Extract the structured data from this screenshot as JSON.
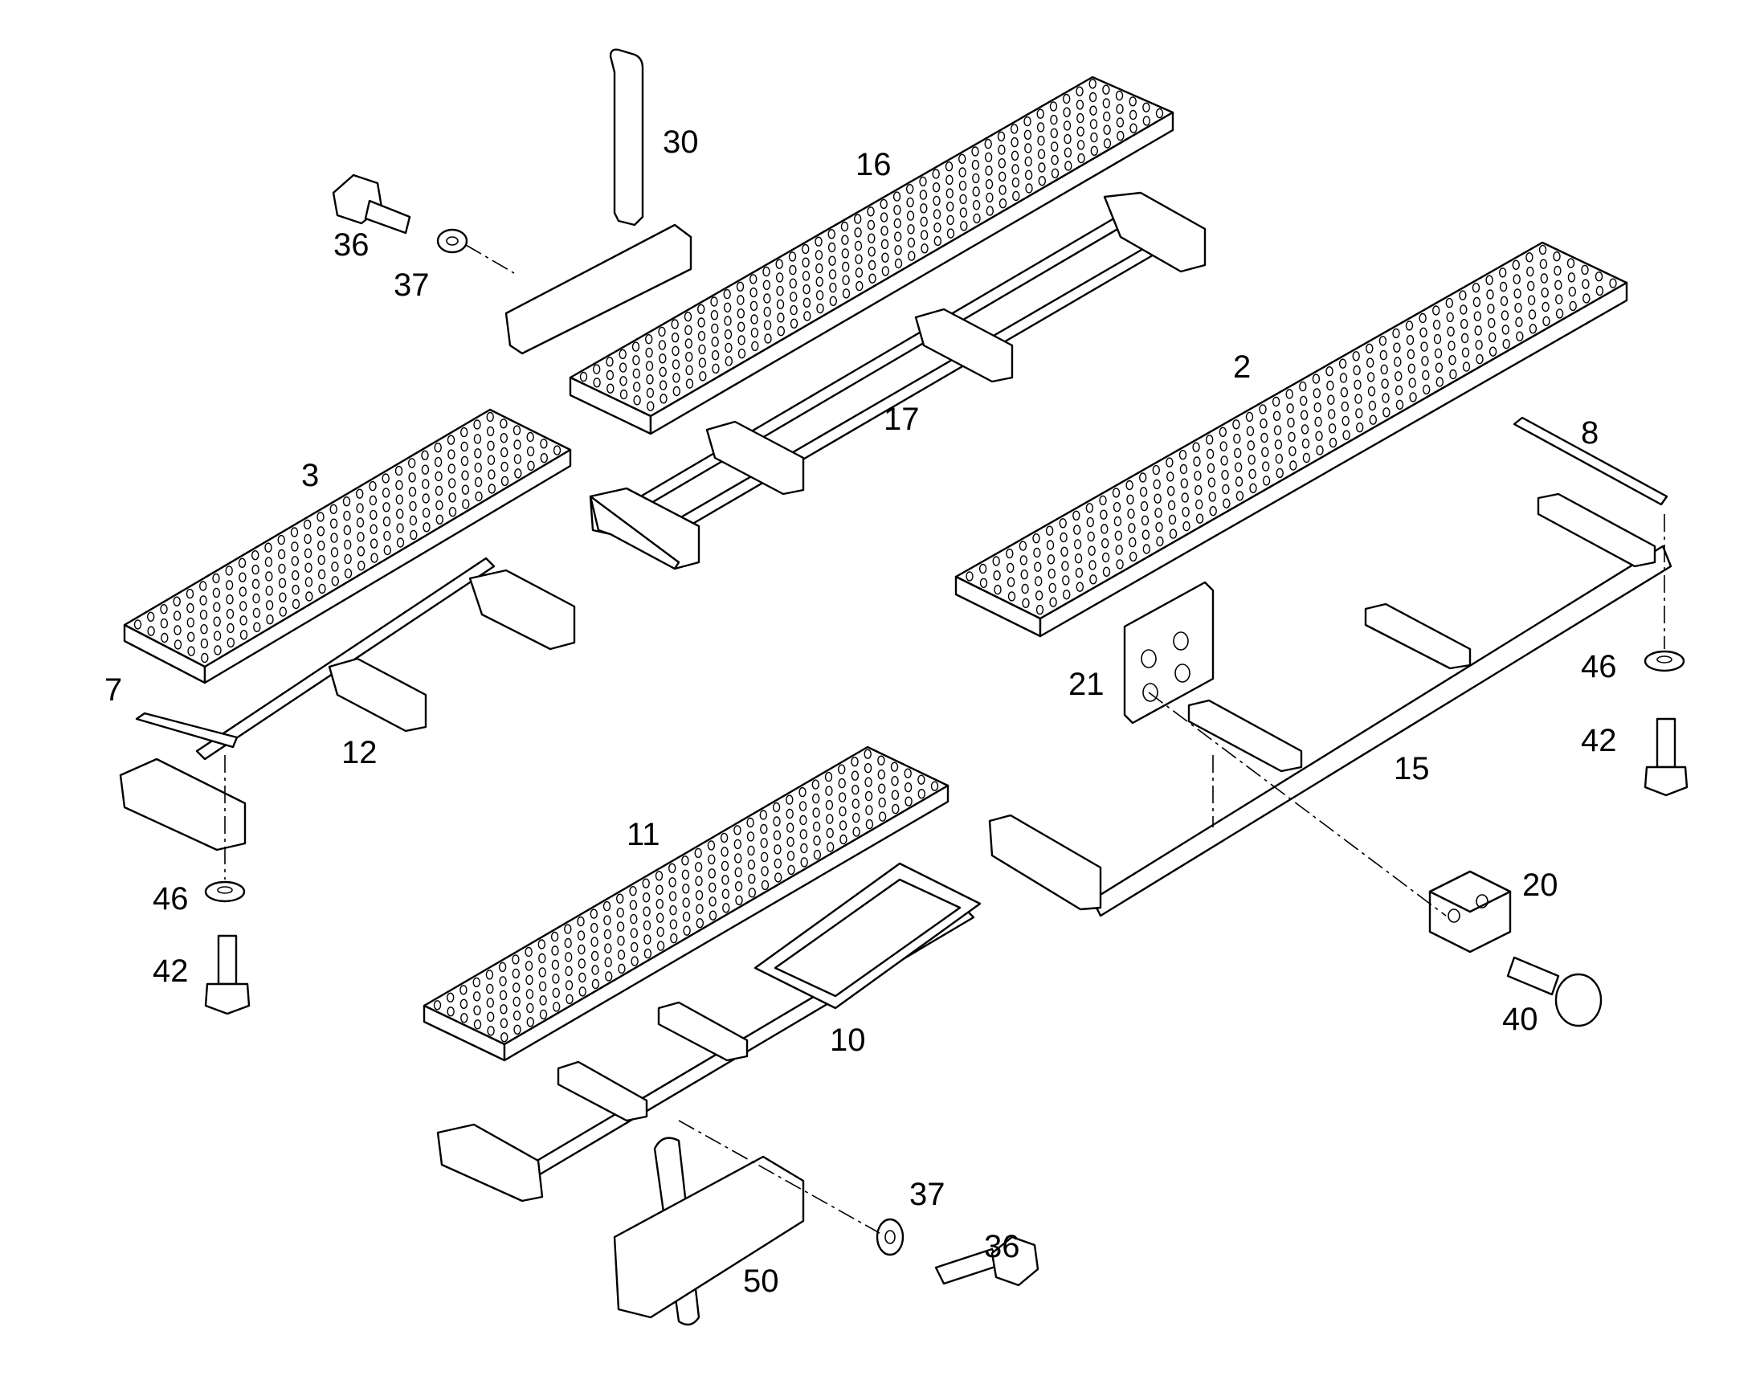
{
  "callouts": {
    "c2": "2",
    "c3": "3",
    "c7": "7",
    "c8": "8",
    "c10": "10",
    "c11": "11",
    "c12": "12",
    "c15": "15",
    "c16": "16",
    "c17": "17",
    "c20": "20",
    "c21": "21",
    "c30": "30",
    "c36a": "36",
    "c36b": "36",
    "c37a": "37",
    "c37b": "37",
    "c40": "40",
    "c42a": "42",
    "c42b": "42",
    "c46a": "46",
    "c46b": "46",
    "c50": "50"
  },
  "colors": {
    "line": "#000000",
    "background": "#ffffff"
  }
}
